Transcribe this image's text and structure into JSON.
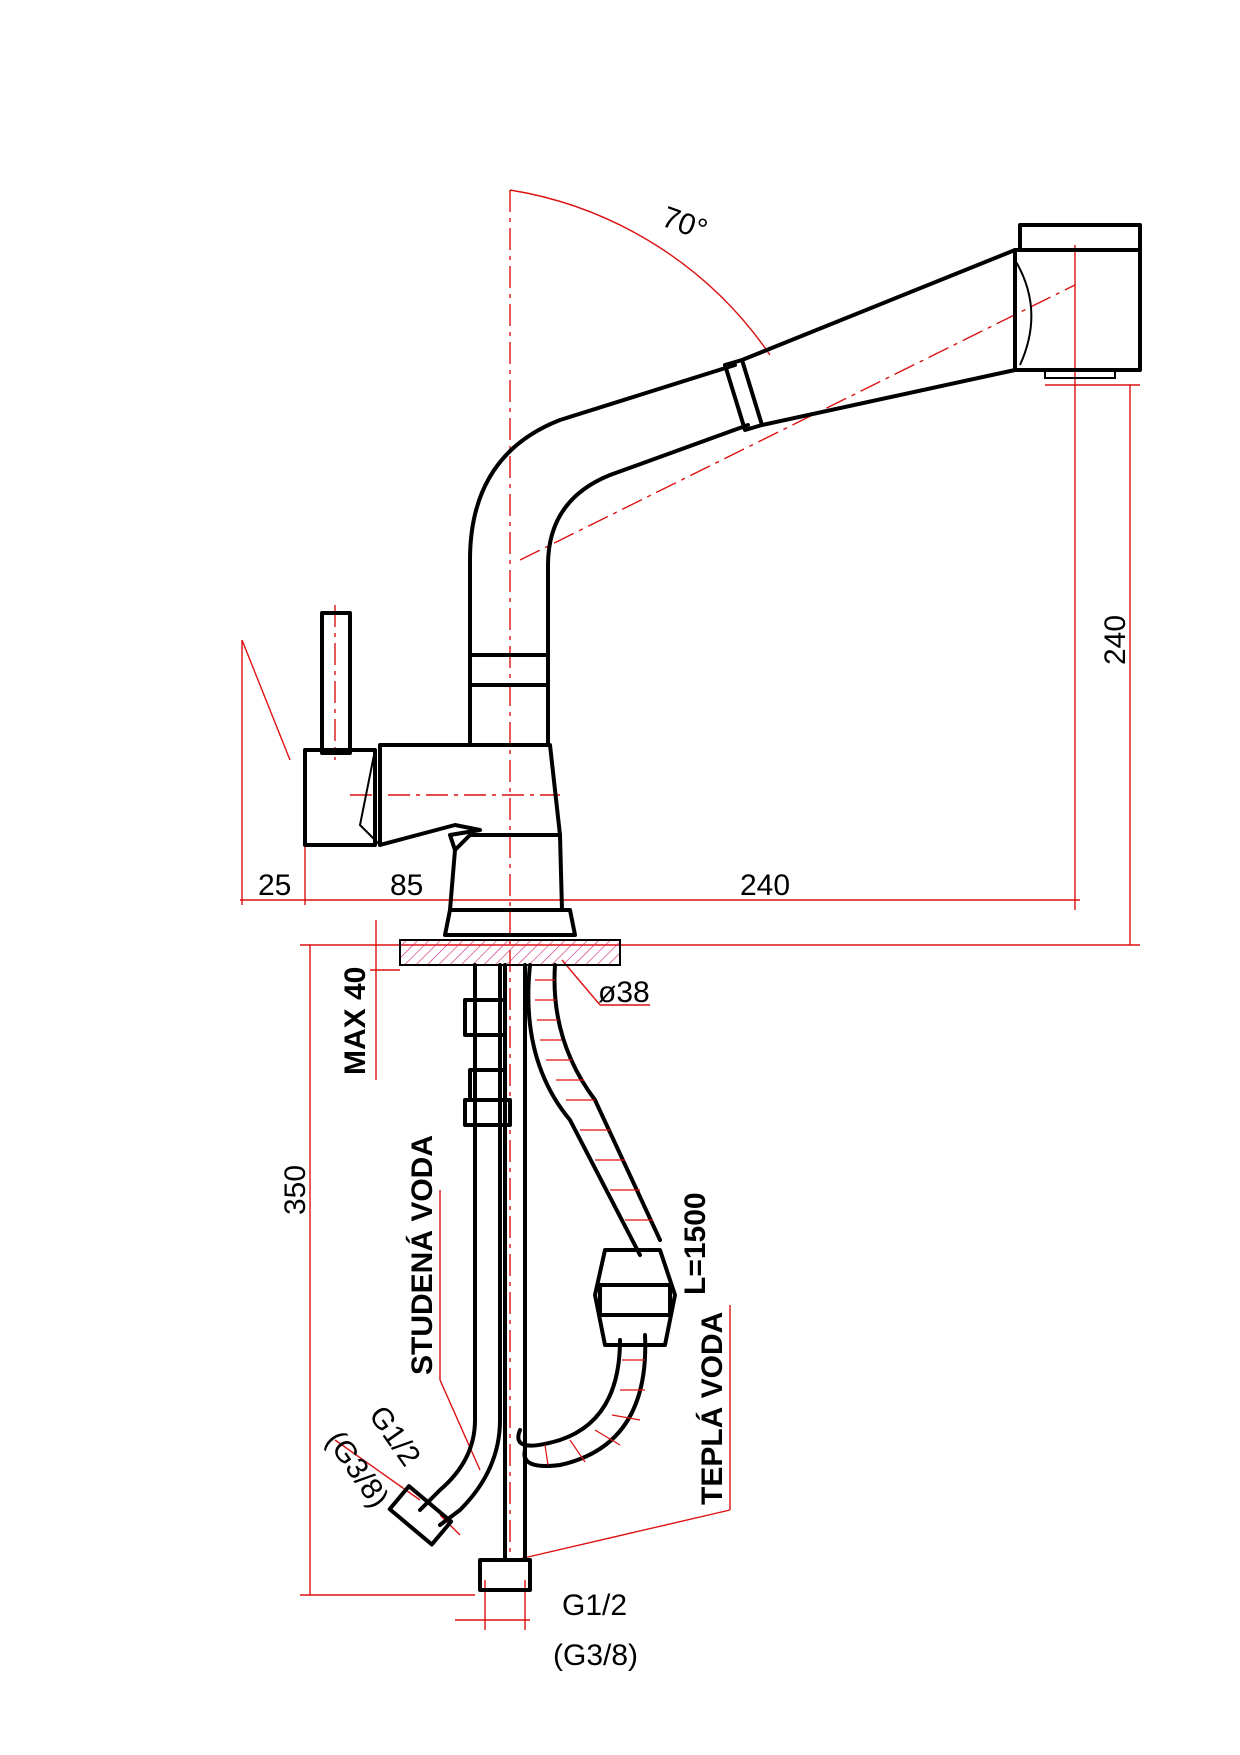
{
  "dimensions": {
    "angle": "70°",
    "height_spout": "240",
    "left_lever": "25",
    "body_depth": "85",
    "reach": "240",
    "counter_thickness": "MAX 40",
    "hole_diameter": "ø38",
    "hose_length_below": "350",
    "hose_length": "L=1500"
  },
  "labels": {
    "cold_water": "STUDENÁ VODA",
    "hot_water": "TEPLÁ VODA",
    "thread_left_main": "G1/2",
    "thread_left_alt": "(G3/8)",
    "thread_bottom_main": "G1/2",
    "thread_bottom_alt": "(G3/8)"
  },
  "colors": {
    "outline": "#000000",
    "dimension": "#dd1111",
    "hatch": "#cc2277"
  }
}
